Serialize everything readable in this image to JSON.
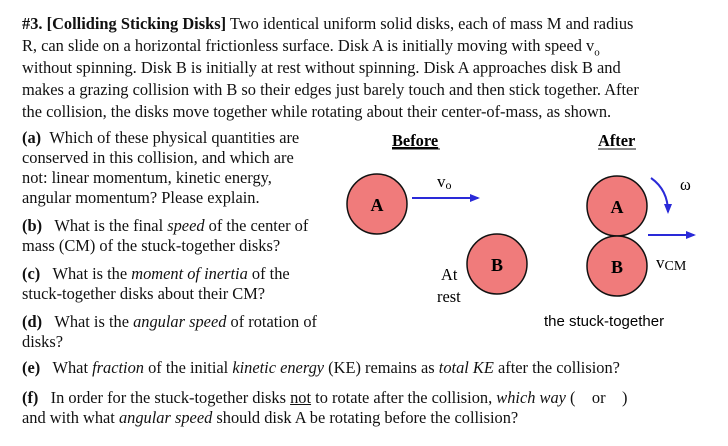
{
  "problem": {
    "number": "#3.",
    "title": "[Colliding Sticking Disks]",
    "lines": [
      "Two identical uniform solid disks, each of mass M and radius",
      "R, can slide on a horizontal frictionless surface.  Disk A is initially moving with speed v",
      "without spinning.  Disk B is initially at rest without spinning.  Disk A approaches disk B and",
      "makes a grazing collision with B so their edges just barely touch and then stick together.  After",
      "the collision, the disks move together while rotating about their center-of-mass, as shown."
    ],
    "v0_subscript": "o"
  },
  "parts": {
    "a": {
      "label": "(a)",
      "lines": [
        "Which of these physical quantities are",
        "conserved in this collision, and which are",
        "not: linear momentum, kinetic energy,",
        "angular momentum? Please explain."
      ]
    },
    "b": {
      "label": "(b)",
      "pre": "What is the final ",
      "em": "speed",
      "post": " of the center of",
      "line2": "mass (CM) of the stuck-together disks?"
    },
    "c": {
      "label": "(c)",
      "pre": "What is the ",
      "em": "moment of inertia",
      "post": " of the",
      "line2": "stuck-together disks about their CM?"
    },
    "d": {
      "label": "(d)",
      "pre": "What is the ",
      "em": "angular speed",
      "post": " of rotation of",
      "line2": "disks?"
    },
    "e": {
      "label": "(e)",
      "pre": "What ",
      "em1": "fraction",
      "mid1": " of the initial ",
      "em2": "kinetic energy",
      "mid2": " (KE) remains as ",
      "em3": "total KE",
      "post": " after the collision?"
    },
    "f": {
      "label": "(f)",
      "pre": "In order for the stuck-together disks ",
      "ul": "not",
      "mid": " to rotate after the collision, ",
      "em1": "which way",
      "paren_open": " (",
      "or": "or",
      "paren_close": ")",
      "line2_pre": "and with what ",
      "line2_em": "angular speed",
      "line2_post": " should disk A be rotating before the collision?"
    }
  },
  "figure": {
    "before_label": "Before",
    "after_label": "After",
    "disk_a": "A",
    "disk_b": "B",
    "v0_label": "v",
    "v0_sub": "o",
    "at_rest_line1": "At",
    "at_rest_line2": "rest",
    "omega": "ω",
    "vcm_label": "v",
    "vcm_sub": "CM",
    "caption": "the stuck-together",
    "disk_fill": "#f07b7b",
    "arrow_color": "#2a2ad8"
  }
}
